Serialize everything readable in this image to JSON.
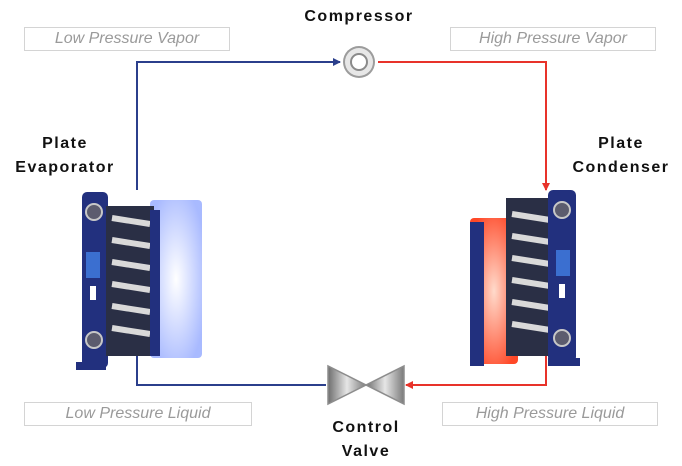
{
  "components": {
    "compressor": "Compressor",
    "evaporator": [
      "Plate",
      "Evaporator"
    ],
    "condenser": [
      "Plate",
      "Condenser"
    ],
    "control_valve": [
      "Control",
      "Valve"
    ]
  },
  "states": {
    "low_pressure_vapor": "Low Pressure Vapor",
    "high_pressure_vapor": "High Pressure Vapor",
    "low_pressure_liquid": "Low Pressure Liquid",
    "high_pressure_liquid": "High Pressure Liquid"
  },
  "colors": {
    "low_pressure_line": "#2b3f8c",
    "high_pressure_line": "#e8332a",
    "heat_exchanger_frame": "#22307e",
    "evaporator_glow": "#c9d6ff",
    "condenser_glow": "#ff6a4a"
  },
  "icons": {
    "compressor": "compressor-icon",
    "control_valve": "control-valve-icon",
    "evaporator": "plate-heat-exchanger-icon",
    "condenser": "plate-heat-exchanger-icon"
  }
}
